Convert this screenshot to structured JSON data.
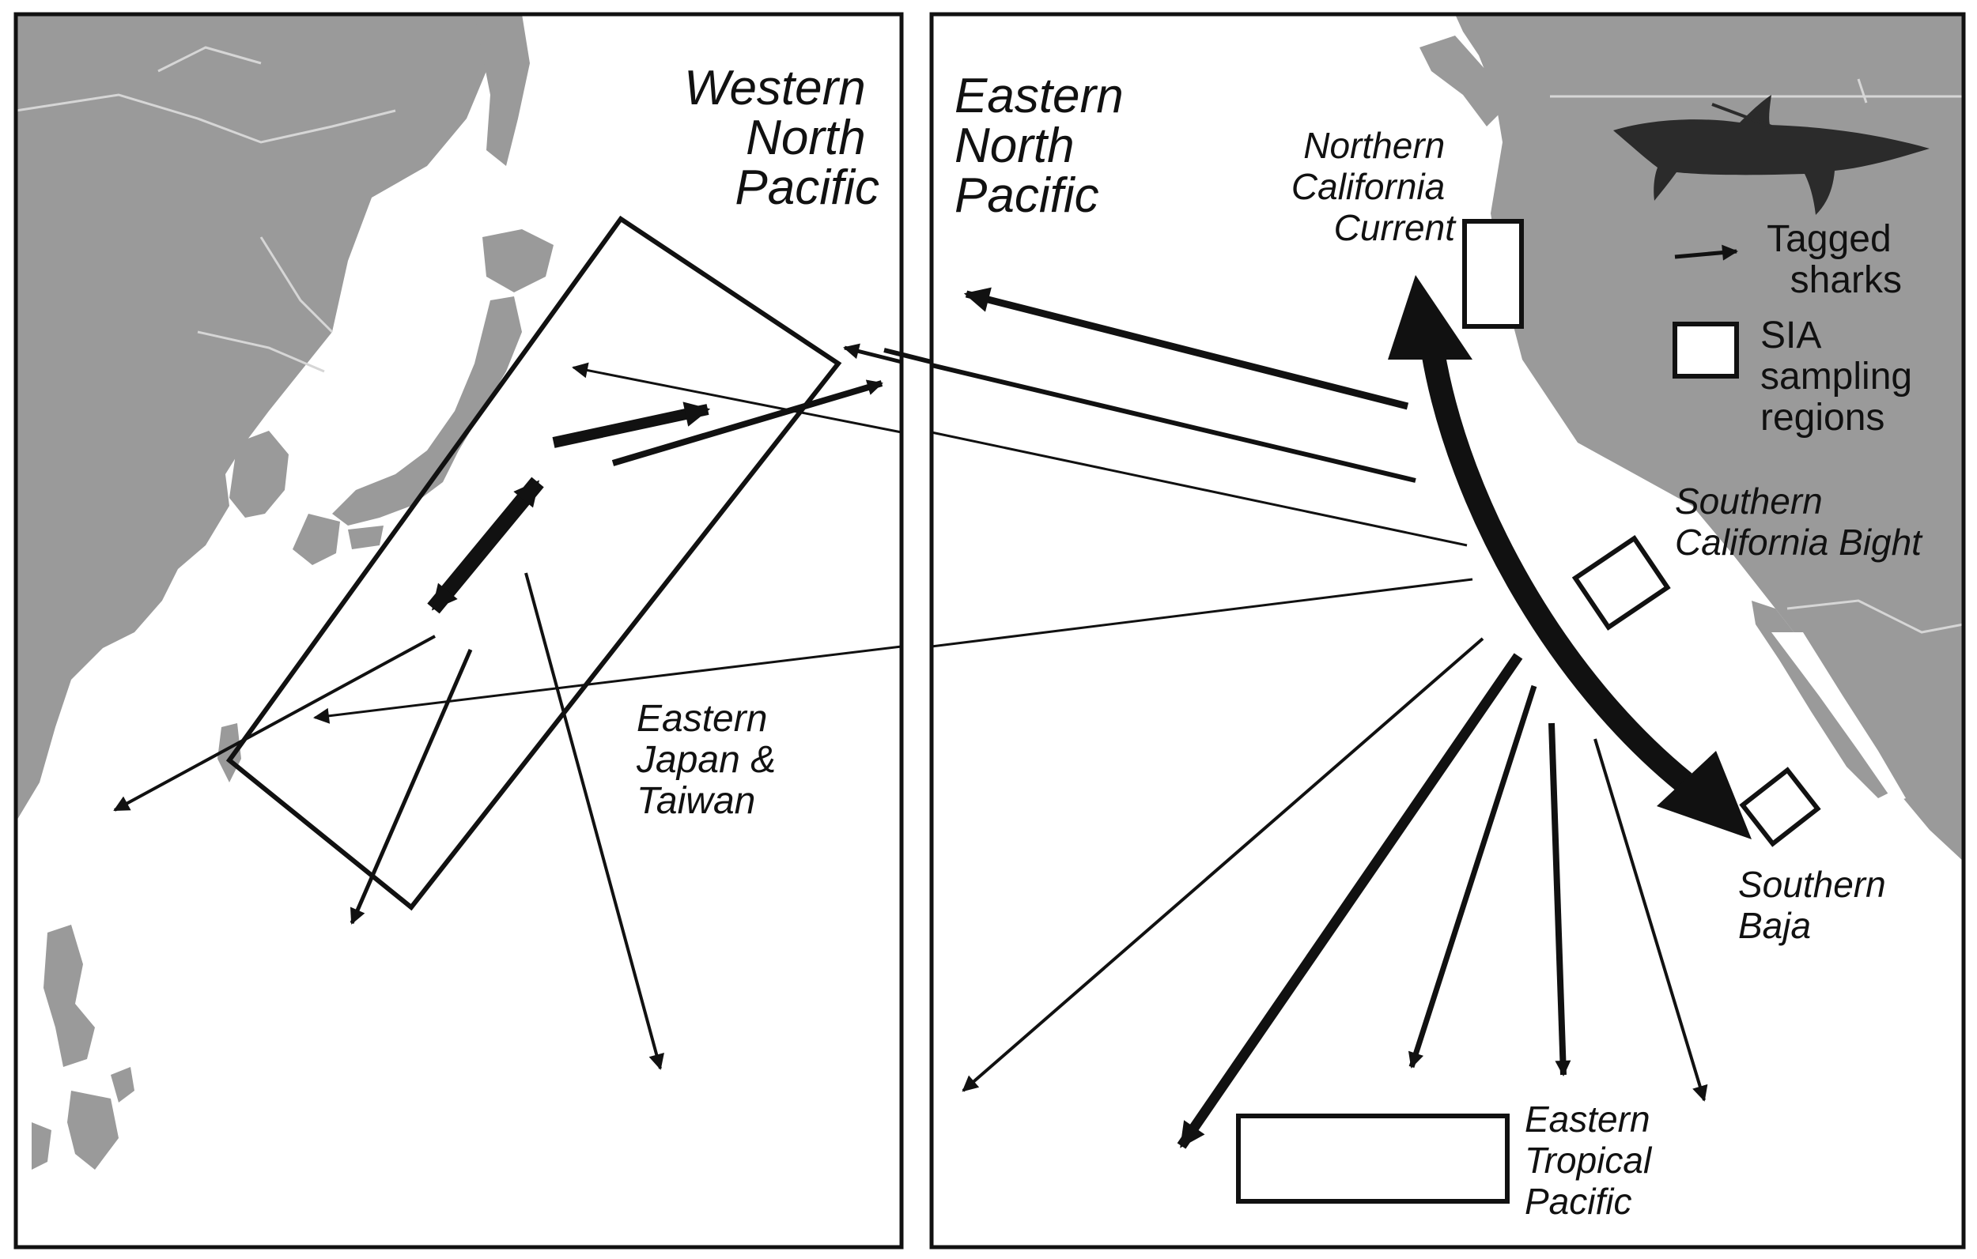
{
  "panels": {
    "west": {
      "title_lines": [
        "Western",
        "North",
        "Pacific"
      ],
      "region_label_lines": [
        "Eastern",
        "Japan &",
        "Taiwan"
      ]
    },
    "east": {
      "title_lines": [
        "Eastern",
        "North",
        "Pacific"
      ],
      "regions": {
        "ncc_lines": [
          "Northern",
          "California",
          "Current"
        ],
        "scb_lines": [
          "Southern",
          "California Bight"
        ],
        "baja_lines": [
          "Southern",
          "Baja"
        ],
        "etp_lines": [
          "Eastern",
          "Tropical",
          "Pacific"
        ]
      }
    }
  },
  "legend": {
    "icon": "shark-icon",
    "arrow_label_lines": [
      "Tagged",
      "sharks"
    ],
    "box_label_lines": [
      "SIA",
      "sampling",
      "regions"
    ]
  },
  "colors": {
    "land": "#9a9a9a",
    "ocean": "#ffffff",
    "borders": "#d6d6d6",
    "ink": "#111111"
  }
}
